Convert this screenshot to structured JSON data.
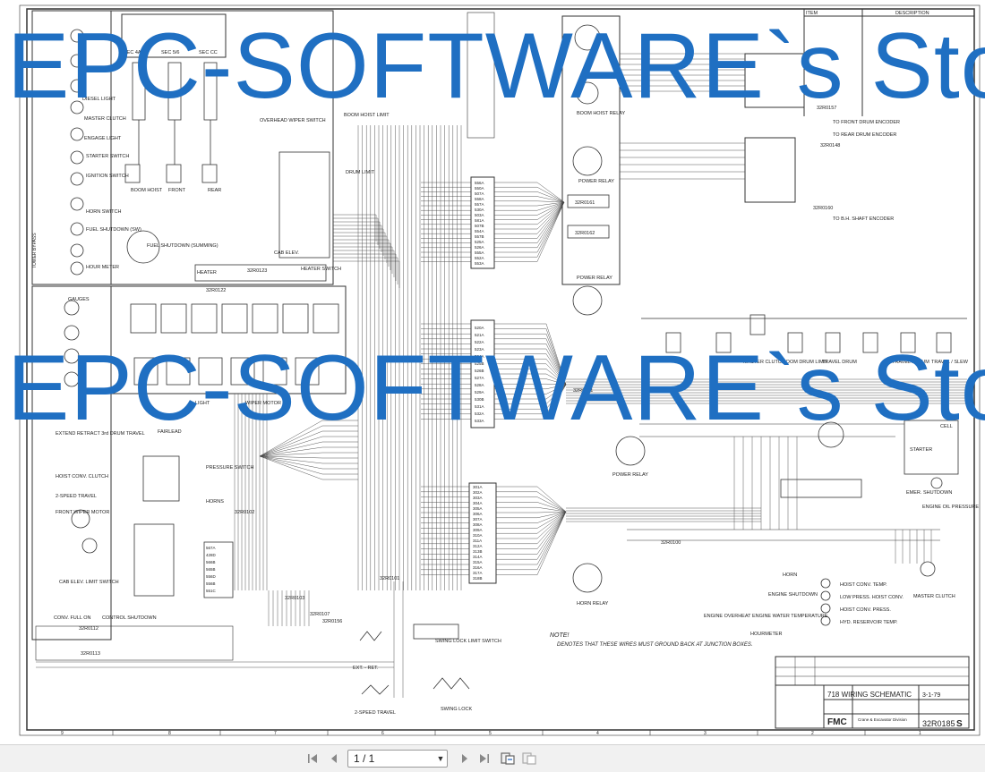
{
  "watermark": {
    "text": "EPC-SOFTWARE`s Sto"
  },
  "drawing": {
    "title_block": {
      "title": "718 WIRING SCHEMATIC",
      "drawing_number": "32R0185",
      "revision_letter": "S",
      "company": "FMC",
      "division": "Crane & Excavator Division",
      "date_value": "3-1-79"
    },
    "header_cols": [
      "ITEM",
      "DESCRIPTION"
    ],
    "note": {
      "heading": "NOTE!",
      "text": "DENOTES THAT THESE WIRES MUST GROUND BACK AT JUNCTION BOXES."
    },
    "labels": {
      "sec_4a": "SEC 4A",
      "sec_5b": "SEC 5/6",
      "sec_cc": "SEC CC",
      "diesel_light": "DIESEL LIGHT",
      "master_clutch": "MASTER CLUTCH",
      "engage_light": "ENGAGE LIGHT",
      "starter_switch": "STARTER SWITCH",
      "ignition_switch": "IGNITION SWITCH",
      "horn_switch": "HORN SWITCH",
      "fuel_shutdown": "FUEL SHUTDOWN (SW)",
      "hour_meter": "HOUR METER",
      "boom_hoist": "BOOM HOIST",
      "front": "FRONT",
      "rear": "REAR",
      "overhead_wiper": "OVERHEAD WIPER SWITCH",
      "drum_limit": "DRUM LIMIT",
      "boom_hoist_limit": "BOOM HOIST LIMIT",
      "boom_hoist_relay": "BOOM HOIST RELAY",
      "power_relay_top": "POWER RELAY",
      "power_relay_mid": "POWER RELAY",
      "power_relay_low": "POWER RELAY",
      "horn_relay": "HORN RELAY",
      "to_front_drum": "TO FRONT DRUM ENCODER",
      "to_rear_drum": "TO REAR DRUM ENCODER",
      "to_bh_shaft": "TO B.H. SHAFT ENCODER",
      "w_32r0157": "32R0157",
      "w_32r0148": "32R0148",
      "w_32r0160": "32R0160",
      "w_32r0161": "32R0161",
      "w_32r0162": "32R0162",
      "w_32r0122": "32R0122",
      "w_32r0123": "32R0123",
      "w_32r0103": "32R0103",
      "w_32r0107": "32R0107",
      "w_32r0156": "32R0156",
      "w_32r0112": "32R0112",
      "w_32r0113": "32R0113",
      "w_32r0100": "32R0100",
      "w_32r0101": "32R0101",
      "w_32r0102": "32R0102",
      "w_32r0131": "32R0131",
      "heater": "HEATER",
      "heater_switch": "HEATER SWITCH",
      "fuel_shutdown_gauge": "FUEL SHUTDOWN (SUMMING)",
      "gauges": "GAUGES",
      "fairlead": "FAIRLEAD",
      "light": "LIGHT",
      "wiper_motor": "WIPER MOTOR",
      "pressure_switch": "PRESSURE SWITCH",
      "horns": "HORNS",
      "power_relay_right": "POWER RELAY",
      "master_clutch_r": "MASTER CLUTCH",
      "boom_drum_limit": "BOOM DRUM LIMIT",
      "travel_drum": "TRAVEL DRUM",
      "travel_drum2": "TRAVEL / DRUM",
      "travel_slew": "TRAVEL / SLEW",
      "starter": "STARTER",
      "cell": "CELL",
      "emer_shutdown": "EMER. SHUTDOWN",
      "engine_oil_pressure": "ENGINE OIL PRESSURE",
      "hoist_conv_temp": "HOIST CONV. TEMP.",
      "low_press": "LOW PRESS. HOIST CONV.",
      "hoist_conv_press": "HOIST CONV. PRESS.",
      "hyd_reservoir": "HYD. RESERVOIR TEMP.",
      "master_clutch_b": "MASTER CLUTCH",
      "horn_b": "HORN",
      "engine_shutdown": "ENGINE SHUTDOWN",
      "engine_overheat": "ENGINE OVERHEAT",
      "engine_water_temp": "ENGINE WATER TEMPERATURE",
      "hourmeter": "HOURMETER",
      "swing_lock_limit": "SWING LOCK LIMIT SWITCH",
      "ext_ret": "EXT. - RET.",
      "two_speed_travel": "2-SPEED TRAVEL",
      "swing_lock": "SWING LOCK",
      "cab_elev_limit": "CAB ELEV. LIMIT SWITCH",
      "conv_full_on": "CONV. FULL ON",
      "control_shutdown": "CONTROL SHUTDOWN",
      "front_wiper_motor": "FRONT WIPER MOTOR",
      "hoist_conv_clutch": "HOIST CONV. CLUTCH",
      "two_speed_travel_l": "2-SPEED TRAVEL",
      "extend_retract": "EXTEND RETRACT 3rd DRUM TRAVEL",
      "tower_bypass": "TOWER BYPASS",
      "cab_elev": "CAB ELEV."
    },
    "terminals_block1": [
      "556A",
      "550A",
      "507A",
      "558A",
      "557A",
      "530A",
      "503A",
      "581A",
      "507B",
      "554A",
      "557B",
      "525A",
      "526A",
      "555A",
      "552A",
      "553A"
    ],
    "terminals_block2": [
      "520A",
      "521A",
      "522A",
      "523A",
      "524A",
      "525B",
      "526B",
      "527A",
      "528A",
      "529A",
      "530B",
      "531A",
      "532A",
      "533A"
    ],
    "terminals_block3": [
      "301A",
      "302A",
      "303A",
      "304A",
      "305A",
      "306A",
      "307A",
      "308A",
      "309A",
      "310A",
      "311A",
      "312A",
      "313B",
      "314A",
      "315A",
      "316A",
      "317A",
      "318B"
    ],
    "terminals_block4": [
      "567A",
      "428D",
      "566B",
      "565B",
      "556D",
      "556B",
      "551C"
    ],
    "border_numbers": [
      "9",
      "8",
      "7",
      "6",
      "5",
      "4",
      "3",
      "2",
      "1"
    ]
  },
  "toolbar": {
    "page_label": "1 / 1",
    "first_page": "first-page-icon",
    "prev_page": "previous-page-icon",
    "next_page": "next-page-icon",
    "last_page": "last-page-icon",
    "fit_page": "fit-page-icon",
    "fit_width": "fit-width-icon"
  }
}
